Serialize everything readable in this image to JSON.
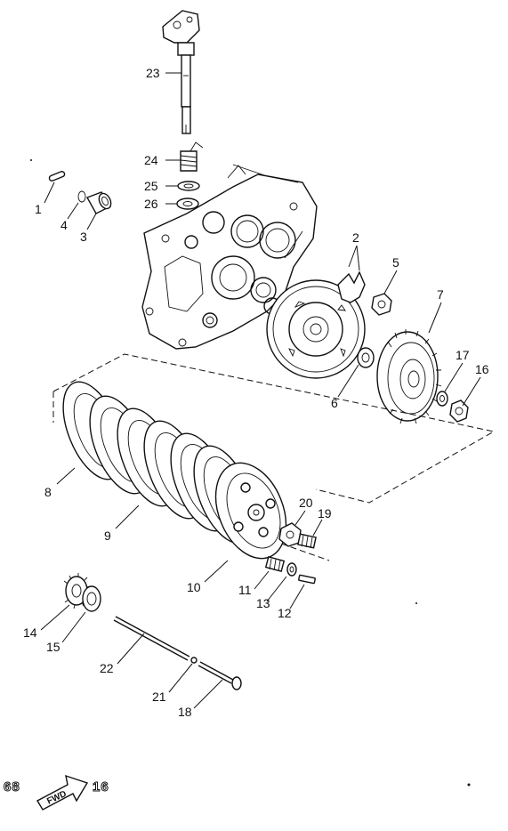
{
  "parts": [
    {
      "id": "1",
      "label": "1"
    },
    {
      "id": "2",
      "label": "2"
    },
    {
      "id": "3",
      "label": "3"
    },
    {
      "id": "4",
      "label": "4"
    },
    {
      "id": "5",
      "label": "5"
    },
    {
      "id": "6",
      "label": "6"
    },
    {
      "id": "7",
      "label": "7"
    },
    {
      "id": "8",
      "label": "8"
    },
    {
      "id": "9",
      "label": "9"
    },
    {
      "id": "10",
      "label": "10"
    },
    {
      "id": "11",
      "label": "11"
    },
    {
      "id": "12",
      "label": "12"
    },
    {
      "id": "13",
      "label": "13"
    },
    {
      "id": "14",
      "label": "14"
    },
    {
      "id": "15",
      "label": "15"
    },
    {
      "id": "16",
      "label": "16"
    },
    {
      "id": "17",
      "label": "17"
    },
    {
      "id": "18",
      "label": "18"
    },
    {
      "id": "19",
      "label": "19"
    },
    {
      "id": "20",
      "label": "20"
    },
    {
      "id": "21",
      "label": "21"
    },
    {
      "id": "22",
      "label": "22"
    },
    {
      "id": "23",
      "label": "23"
    },
    {
      "id": "24",
      "label": "24"
    },
    {
      "id": "25",
      "label": "25"
    },
    {
      "id": "26",
      "label": "26"
    }
  ],
  "footer": {
    "left_ref": "68",
    "direction": "FWD",
    "right_ref": "16"
  }
}
